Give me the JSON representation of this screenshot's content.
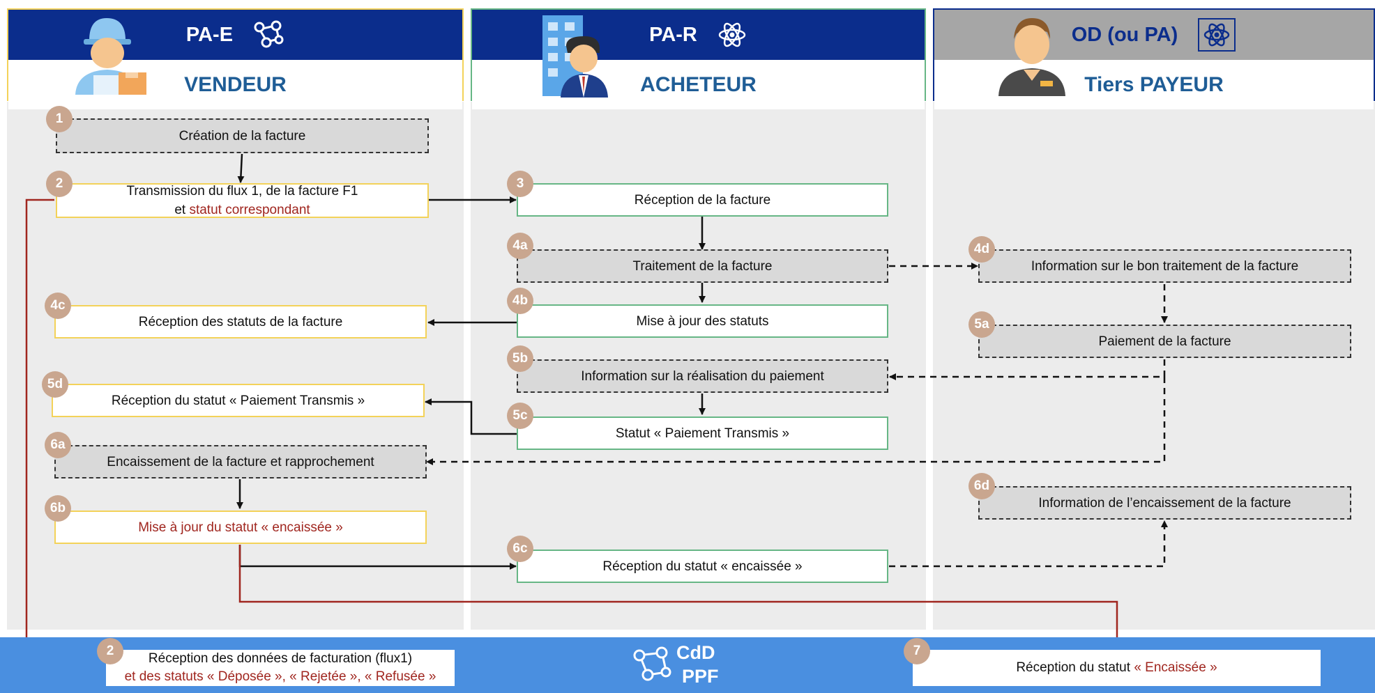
{
  "columns": [
    {
      "code": "PA-E",
      "role": "VENDEUR"
    },
    {
      "code": "PA-R",
      "role": "ACHETEUR"
    },
    {
      "code": "OD (ou PA)",
      "role": "Tiers PAYEUR"
    }
  ],
  "steps": {
    "s1": {
      "num": "1",
      "text": "Création de la facture"
    },
    "s2": {
      "num": "2",
      "line1": "Transmission du flux 1, de la facture F1",
      "line2_a": "et ",
      "line2_b": "statut correspondant"
    },
    "s3": {
      "num": "3",
      "text": "Réception de la facture"
    },
    "s4a": {
      "num": "4a",
      "text": "Traitement de la facture"
    },
    "s4b": {
      "num": "4b",
      "text": "Mise à jour des statuts"
    },
    "s4c": {
      "num": "4c",
      "text": "Réception des statuts de la facture"
    },
    "s4d": {
      "num": "4d",
      "text": "Information sur le bon traitement de la facture"
    },
    "s5a": {
      "num": "5a",
      "text": "Paiement de la facture"
    },
    "s5b": {
      "num": "5b",
      "text": "Information sur la réalisation du paiement"
    },
    "s5c": {
      "num": "5c",
      "text": "Statut « Paiement Transmis »"
    },
    "s5d": {
      "num": "5d",
      "text": "Réception du statut « Paiement Transmis »"
    },
    "s6a": {
      "num": "6a",
      "text": "Encaissement de la facture et rapprochement"
    },
    "s6b": {
      "num": "6b",
      "text": "Mise à jour du statut « encaissée »"
    },
    "s6c": {
      "num": "6c",
      "text": "Réception du statut « encaissée »"
    },
    "s6d": {
      "num": "6d",
      "text": "Information de l’encaissement de la facture"
    }
  },
  "footer": {
    "left": {
      "num": "2",
      "line1": "Réception des données de facturation (flux1)",
      "line2": "et des statuts « Déposée », « Rejetée », « Refusée »"
    },
    "center": {
      "line1": "CdD",
      "line2": "PPF"
    },
    "right": {
      "num": "7",
      "text_a": "Réception du statut ",
      "text_b": "« Encaissée »"
    }
  },
  "colors": {
    "header_blue": "#0b2d8c",
    "header_grey": "#a6a6a6",
    "footer_blue": "#4a8fe0",
    "badge": "#c9a68f",
    "red_text": "#a0261f"
  }
}
